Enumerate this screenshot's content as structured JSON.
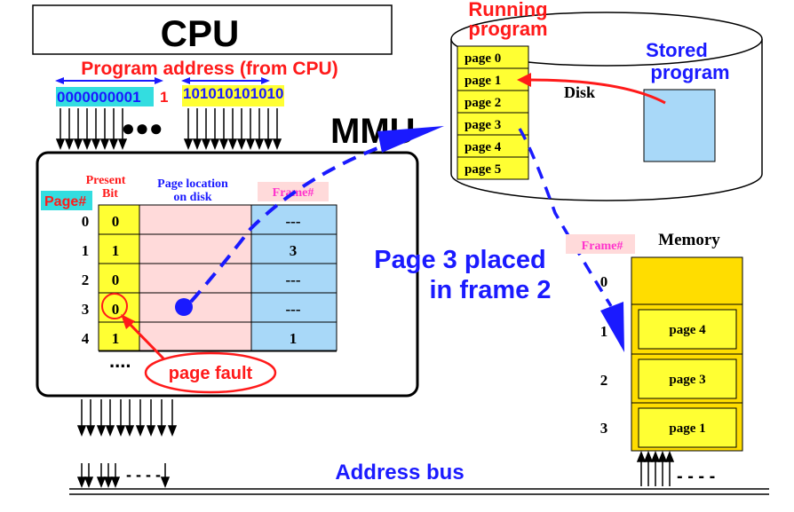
{
  "cpu": {
    "label": "CPU"
  },
  "program_address": {
    "title": "Program address (from CPU)",
    "page_bits": "0000000001",
    "page_bits_last": "1",
    "offset_bits": "101010101010"
  },
  "mmu": {
    "label": "MMU"
  },
  "page_table": {
    "headers": {
      "page_num": "Page#",
      "present_bit_1": "Present",
      "present_bit_2": "Bit",
      "page_location_1": "Page location",
      "page_location_2": "on disk",
      "frame_num": "Frame#"
    },
    "rows": [
      {
        "page": "0",
        "present": "0",
        "frame": "---"
      },
      {
        "page": "1",
        "present": "1",
        "frame": "3"
      },
      {
        "page": "2",
        "present": "0",
        "frame": "---"
      },
      {
        "page": "3",
        "present": "0",
        "frame": "---"
      },
      {
        "page": "4",
        "present": "1",
        "frame": "1"
      }
    ],
    "ellipsis": "...."
  },
  "page_fault": {
    "label": "page fault"
  },
  "page_placed": {
    "line1": "Page 3 placed",
    "line2": "in frame 2"
  },
  "running_program": {
    "title_1": "Running",
    "title_2": "program",
    "pages": [
      "page 0",
      "page 1",
      "page 2",
      "page 3",
      "page 4",
      "page 5"
    ]
  },
  "disk": {
    "label": "Disk"
  },
  "stored_program": {
    "line1": "Stored",
    "line2": "program"
  },
  "memory": {
    "title": "Memory",
    "frame_header": "Frame#",
    "frames": [
      {
        "num": "0",
        "content": ""
      },
      {
        "num": "1",
        "content": "page 4"
      },
      {
        "num": "2",
        "content": "page 3"
      },
      {
        "num": "3",
        "content": "page 1"
      }
    ]
  },
  "address_bus": {
    "label": "Address bus"
  },
  "colors": {
    "yellow": "#ffff33",
    "pink": "#ffdada",
    "light_blue": "#a8d8f8",
    "cyan": "#33dde0",
    "memory_orange": "#ffdd00",
    "red": "#ff1a1a",
    "blue": "#1a1aff",
    "magenta": "#ff33cc"
  }
}
